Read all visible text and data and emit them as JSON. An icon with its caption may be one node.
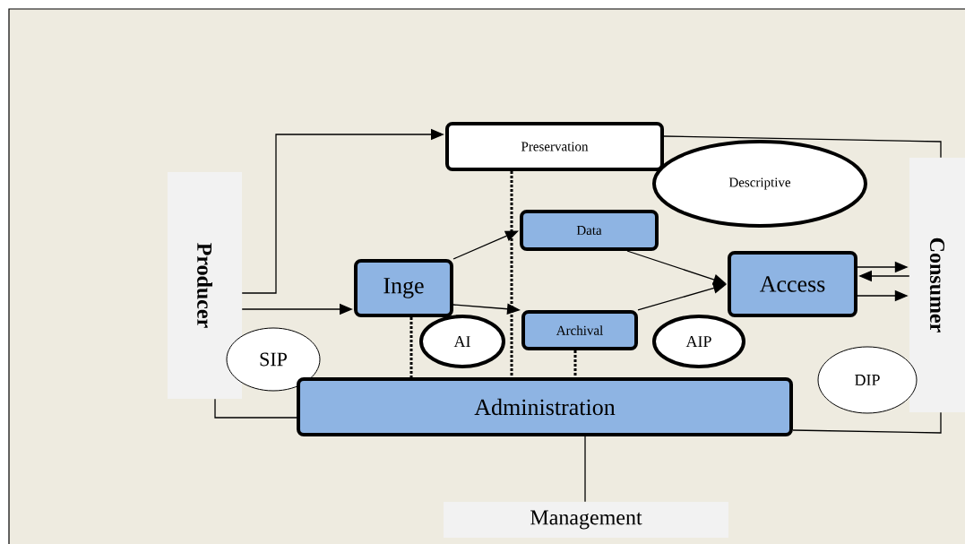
{
  "diagram": {
    "nodes": [
      {
        "text": [
          "Producer"
        ]
      },
      {
        "text": [
          "Preservation"
        ]
      },
      {
        "text": [
          "Descriptive"
        ]
      },
      {
        "text": [
          "Consumer"
        ]
      },
      {
        "text": [
          "Data"
        ]
      },
      {
        "text": [
          "Inge"
        ]
      },
      {
        "text": [
          "Access"
        ]
      },
      {
        "text": [
          "Archival"
        ]
      },
      {
        "text": [
          "SIP"
        ]
      },
      {
        "text": [
          "AI"
        ]
      },
      {
        "text": [
          "AIP"
        ]
      },
      {
        "text": [
          "DIP"
        ]
      },
      {
        "text": [
          "Administration"
        ]
      },
      {
        "text": [
          "Management"
        ]
      }
    ],
    "edges": [
      {
        "from": 0,
        "to": 1,
        "arrow": "to"
      },
      {
        "from": 0,
        "to": 5,
        "arrow": "to"
      },
      {
        "from": 0,
        "to": 12,
        "arrow": "none"
      },
      {
        "from": 5,
        "to": 4,
        "arrow": "to"
      },
      {
        "from": 5,
        "to": 7,
        "arrow": "to"
      },
      {
        "from": 4,
        "to": 6,
        "arrow": "to"
      },
      {
        "from": 7,
        "to": 6,
        "arrow": "to"
      },
      {
        "from": 6,
        "to": 3,
        "arrow": "to"
      },
      {
        "from": 3,
        "to": 6,
        "arrow": "to"
      },
      {
        "from": 6,
        "to": 3,
        "arrow": "to"
      },
      {
        "from": 1,
        "to": 3,
        "arrow": "none"
      },
      {
        "from": 12,
        "to": 3,
        "arrow": "none"
      },
      {
        "from": 12,
        "to": 13,
        "arrow": "none"
      },
      {
        "from": 1,
        "to": 12,
        "arrow": "none",
        "style": "dashed"
      },
      {
        "from": 5,
        "to": 12,
        "arrow": "none",
        "style": "dashed"
      },
      {
        "from": 7,
        "to": 12,
        "arrow": "none",
        "style": "dashed"
      }
    ]
  }
}
